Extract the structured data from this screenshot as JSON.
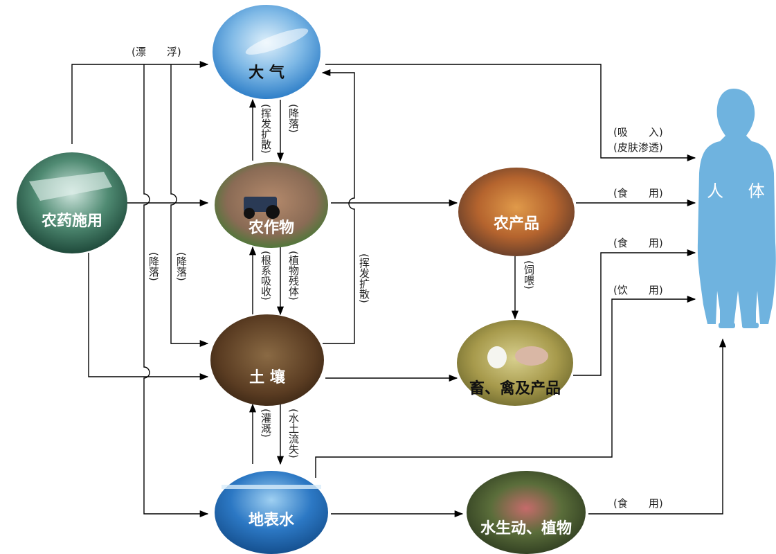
{
  "nodes": {
    "pesticide": "农药施用",
    "atmosphere": "大 气",
    "crops": "农作物",
    "soil": "土 壤",
    "surface_water": "地表水",
    "agri_products": "农产品",
    "livestock": "畜、禽及产品",
    "aquatic": "水生动、植物",
    "human": "人 体"
  },
  "edge_labels": {
    "drift": "(漂　　浮)",
    "fall_left_1": "(降落)",
    "fall_left_2": "(降落)",
    "volatilize_up": "(挥发扩散)",
    "fall_down": "(降落)",
    "volatilize_right": "(挥发扩散)",
    "root_absorb": "(根系吸收)",
    "plant_residue": "(植物残体)",
    "irrigation": "(灌溉)",
    "erosion": "(水土流失)",
    "feed": "(饲喂)",
    "inhale": "(吸　　入)",
    "skin": "(皮肤渗透)",
    "eat_1": "(食　　用)",
    "eat_2": "(食　　用)",
    "drink": "(饮　　用)",
    "eat_3": "(食　　用)"
  },
  "colors": {
    "human_fill": "#6fb3df",
    "atmosphere_fill": "#5a9fd6",
    "crops_fill": "#8d6b55",
    "soil_fill": "#5a3c22",
    "water_fill": "#2c78c4",
    "agri_fill": "#b5642e",
    "livestock_fill": "#a79a4c",
    "aquatic_fill": "#5a6d3a",
    "pesticide_fill": "#4f8a72"
  }
}
